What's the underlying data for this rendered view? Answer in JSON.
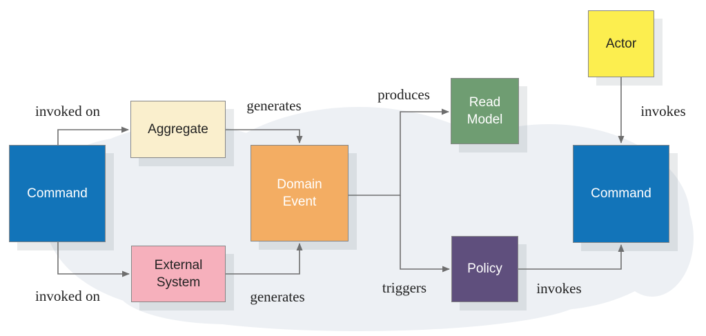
{
  "diagram": {
    "type": "event-storming-flow",
    "nodes": {
      "command_left": {
        "label": "Command",
        "bg": "#1274b9",
        "text_color": "#ffffff"
      },
      "aggregate": {
        "label": "Aggregate",
        "bg": "#faefcd",
        "text_color": "#222222"
      },
      "external_system": {
        "label": "External System",
        "bg": "#f6b0bc",
        "text_color": "#222222"
      },
      "domain_event": {
        "label": "Domain Event",
        "bg": "#f3ad63",
        "text_color": "#ffffff"
      },
      "read_model": {
        "label": "Read Model",
        "bg": "#6f9d72",
        "text_color": "#ffffff"
      },
      "policy": {
        "label": "Policy",
        "bg": "#5f4f7d",
        "text_color": "#ffffff"
      },
      "command_right": {
        "label": "Command",
        "bg": "#1274b9",
        "text_color": "#ffffff"
      },
      "actor": {
        "label": "Actor",
        "bg": "#fcee4f",
        "text_color": "#222222"
      }
    },
    "edge_labels": {
      "invoked_on_top": "invoked on",
      "generates_top": "generates",
      "produces": "produces",
      "invokes_top": "invokes",
      "invoked_on_bottom": "invoked on",
      "generates_bottom": "generates",
      "triggers": "triggers",
      "invokes_bottom": "invokes"
    },
    "colors": {
      "background": "#ffffff",
      "cloud": "#edf0f4",
      "arrow": "#6e6e6e",
      "node_border": "#868686",
      "label_text": "#222222"
    }
  }
}
